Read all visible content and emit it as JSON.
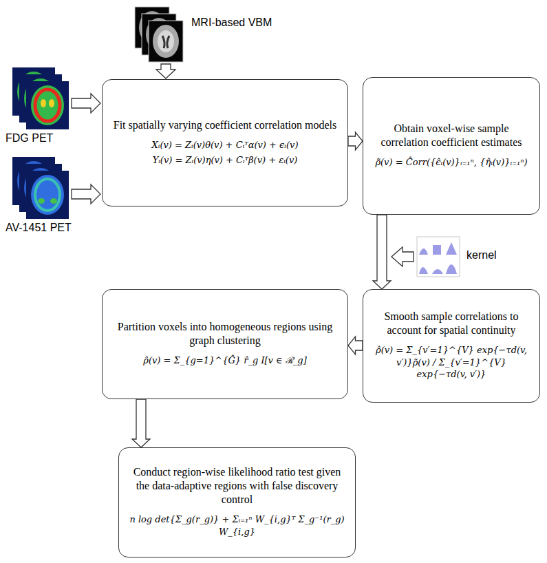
{
  "diagram": {
    "nodes": [
      {
        "text": [
          "Fit spatially varying coefficient correlation models",
          "Xᵢ(v) = Zᵢ(v)θ(v) + Cᵢᵀα(v) + ϵᵢ(v)",
          "Yᵢ(v) = Zᵢ(v)η(v) + Cᵢᵀβ(v) + εᵢ(v)"
        ]
      },
      {
        "text": [
          "Obtain voxel-wise sample correlation coefficient estimates",
          "ρ̃(v) = Ĉorr({ϵ̂ᵢ(v)}ᵢ₌₁ⁿ, {η̂ᵢ(v)}ᵢ₌₁ⁿ)"
        ]
      },
      {
        "text": [
          "Smooth sample correlations to account for spatial continuity",
          "ρ̂(v) = Σ_{v′=1}^{V} exp{−τd(v, v′)}ρ̃(v) / Σ_{v′=1}^{V} exp{−τd(v, v′)}"
        ]
      },
      {
        "text": [
          "Partition voxels into homogeneous regions using graph clustering",
          "ρ̂(v) = Σ_{g=1}^{Ĝ} r̂_g I[v ∈ ℛ_g]"
        ]
      },
      {
        "text": [
          "Conduct region-wise likelihood ratio test given the data-adaptive regions with false discovery control",
          "n log det{Σ_g(r_g)} + Σᵢ₌₁ⁿ W_{i,g}ᵀ Σ_g⁻¹(r_g) W_{i,g}"
        ]
      }
    ],
    "edges": [
      {
        "from": 0,
        "to": 1,
        "arrow": "to"
      },
      {
        "from": 1,
        "to": 2,
        "arrow": "to"
      },
      {
        "from": 2,
        "to": 3,
        "arrow": "to"
      },
      {
        "from": 3,
        "to": 4,
        "arrow": "to"
      }
    ],
    "labels": [
      "MRI-based VBM",
      "FDG PET",
      "AV-1451 PET",
      "kernel"
    ]
  }
}
